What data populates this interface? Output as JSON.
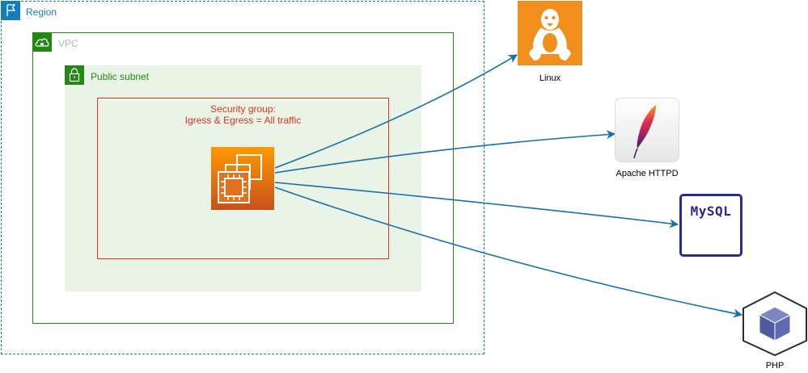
{
  "region": {
    "label": "Region"
  },
  "vpc": {
    "label": "VPC"
  },
  "subnet": {
    "label": "Public subnet"
  },
  "security_group": {
    "title_line1": "Security group:",
    "title_line2": "Igress & Egress = All traffic"
  },
  "targets": {
    "linux": {
      "label": "Linux"
    },
    "apache": {
      "label": "Apache HTTPD"
    },
    "mysql": {
      "label": "MySQL"
    },
    "php": {
      "label": "PHP"
    }
  },
  "colors": {
    "region": "#147eba",
    "vpc": "#248814",
    "subnet_fill": "#e9f3e6",
    "security_group": "#dd3522",
    "arrow": "#1870a8",
    "ec2_top": "#ff9900",
    "ec2_bottom": "#c8511b",
    "mysql": "#2a2a8e"
  },
  "icons": {
    "region": "region-flag-icon",
    "vpc": "cloud-lock-icon",
    "subnet": "padlock-icon",
    "ec2": "ec2-instance-icon",
    "linux": "tux-penguin-icon",
    "apache": "feather-icon",
    "php": "cube-icon"
  }
}
